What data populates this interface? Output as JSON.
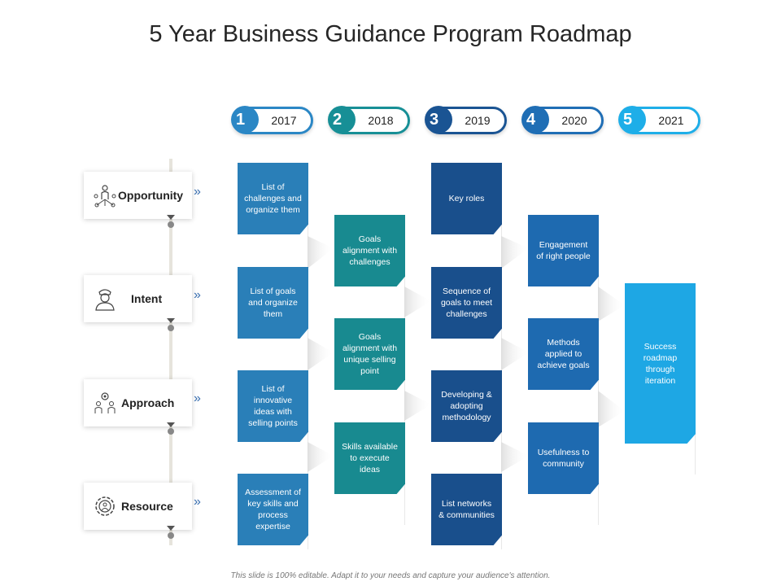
{
  "title": "5 Year Business Guidance Program Roadmap",
  "years": [
    {
      "num": "1",
      "label": "2017",
      "color": "#2b87c5"
    },
    {
      "num": "2",
      "label": "2018",
      "color": "#178f96"
    },
    {
      "num": "3",
      "label": "2019",
      "color": "#1a5493"
    },
    {
      "num": "4",
      "label": "2020",
      "color": "#1f6eb5"
    },
    {
      "num": "5",
      "label": "2021",
      "color": "#1eaee8"
    }
  ],
  "rows": [
    {
      "label": "Opportunity",
      "icon": "network-person-icon"
    },
    {
      "label": "Intent",
      "icon": "officer-icon"
    },
    {
      "label": "Approach",
      "icon": "team-gear-icon"
    },
    {
      "label": "Resource",
      "icon": "gear-person-icon"
    }
  ],
  "chevron": "»",
  "boxes": {
    "c1": [
      "List of challenges and organize them",
      "List of goals and organize them",
      "List of innovative ideas with selling points",
      "Assessment of key skills and process expertise"
    ],
    "c2": [
      "Goals alignment with challenges",
      "Goals alignment with unique selling point",
      "Skills available to execute ideas"
    ],
    "c3": [
      "Key roles",
      "Sequence of goals to meet challenges",
      "Developing & adopting methodology",
      "List networks & communities"
    ],
    "c4": [
      "Engagement of right people",
      "Methods applied to achieve goals",
      "Usefulness to community"
    ],
    "c5": [
      "Success roadmap through iteration"
    ]
  },
  "colors": {
    "c1": "#2a7fb8",
    "c2": "#188a90",
    "c3": "#194f8c",
    "c4": "#1e6ab0",
    "c5": "#1ea7e4"
  },
  "footer": "This slide is 100% editable. Adapt it to your needs and capture your audience's attention."
}
